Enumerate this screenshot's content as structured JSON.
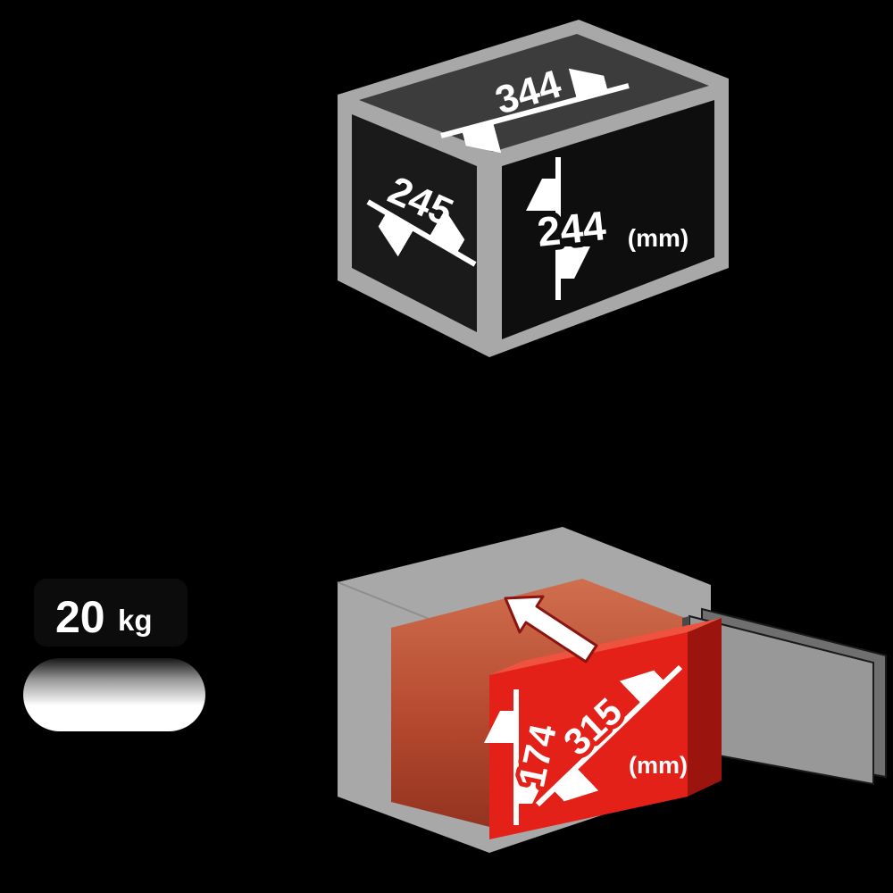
{
  "exterior": {
    "width": "344",
    "depth": "245",
    "height": "244",
    "unit": "(mm)"
  },
  "interior": {
    "height": "174",
    "diagonal": "315",
    "unit": "(mm)"
  },
  "weight": {
    "value": "20",
    "unit": "kg"
  },
  "colors": {
    "background": "#000000",
    "shell_gray": "#a8a8a8",
    "face_dark_top": "#3c3c3c",
    "face_dark_front": "#0e0e0e",
    "cavity_orange_light": "#cf6f4e",
    "cavity_orange_dark": "#92321f",
    "box_red": "#e32119",
    "label_white": "#ffffff"
  }
}
